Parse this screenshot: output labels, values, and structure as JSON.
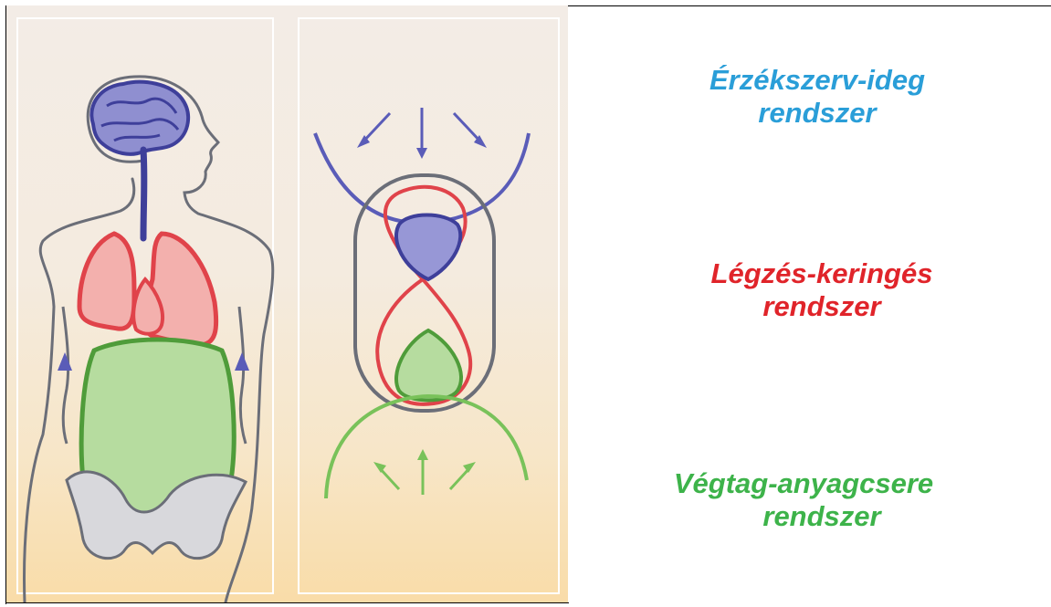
{
  "labels": {
    "nerve_sense": {
      "line1": "Érzékszerv-ideg",
      "line2": "rendszer",
      "color": "#2a9ed8"
    },
    "rhythmic": {
      "line1": "Légzés-keringés",
      "line2": "rendszer",
      "color": "#e0242a"
    },
    "metabolic": {
      "line1": "Végtag-anyagcsere",
      "line2": "rendszer",
      "color": "#3db34a"
    }
  },
  "illustration": {
    "colors": {
      "nerve": "#5a5cb8",
      "rhythmic": "#e0434a",
      "metabolic": "#5fae4a",
      "outline": "#6b6e78"
    }
  }
}
